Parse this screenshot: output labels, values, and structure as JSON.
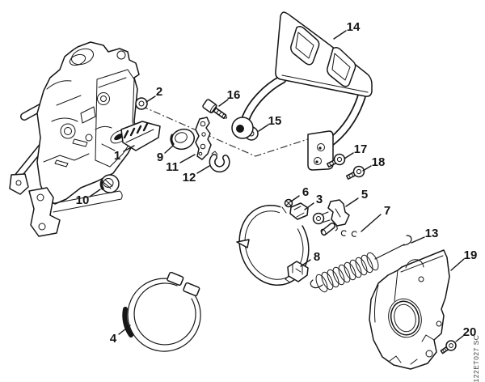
{
  "figure": {
    "background_color": "#ffffff",
    "line_color": "#161616",
    "drawing_code": "122ET027 SC",
    "callouts": [
      {
        "label": "1"
      },
      {
        "label": "2"
      },
      {
        "label": "3"
      },
      {
        "label": "4"
      },
      {
        "label": "5"
      },
      {
        "label": "6"
      },
      {
        "label": "7"
      },
      {
        "label": "8"
      },
      {
        "label": "9"
      },
      {
        "label": "10"
      },
      {
        "label": "11"
      },
      {
        "label": "12"
      },
      {
        "label": "13"
      },
      {
        "label": "14"
      },
      {
        "label": "15"
      },
      {
        "label": "16"
      },
      {
        "label": "17"
      },
      {
        "label": "18"
      },
      {
        "label": "19"
      },
      {
        "label": "20"
      }
    ]
  }
}
